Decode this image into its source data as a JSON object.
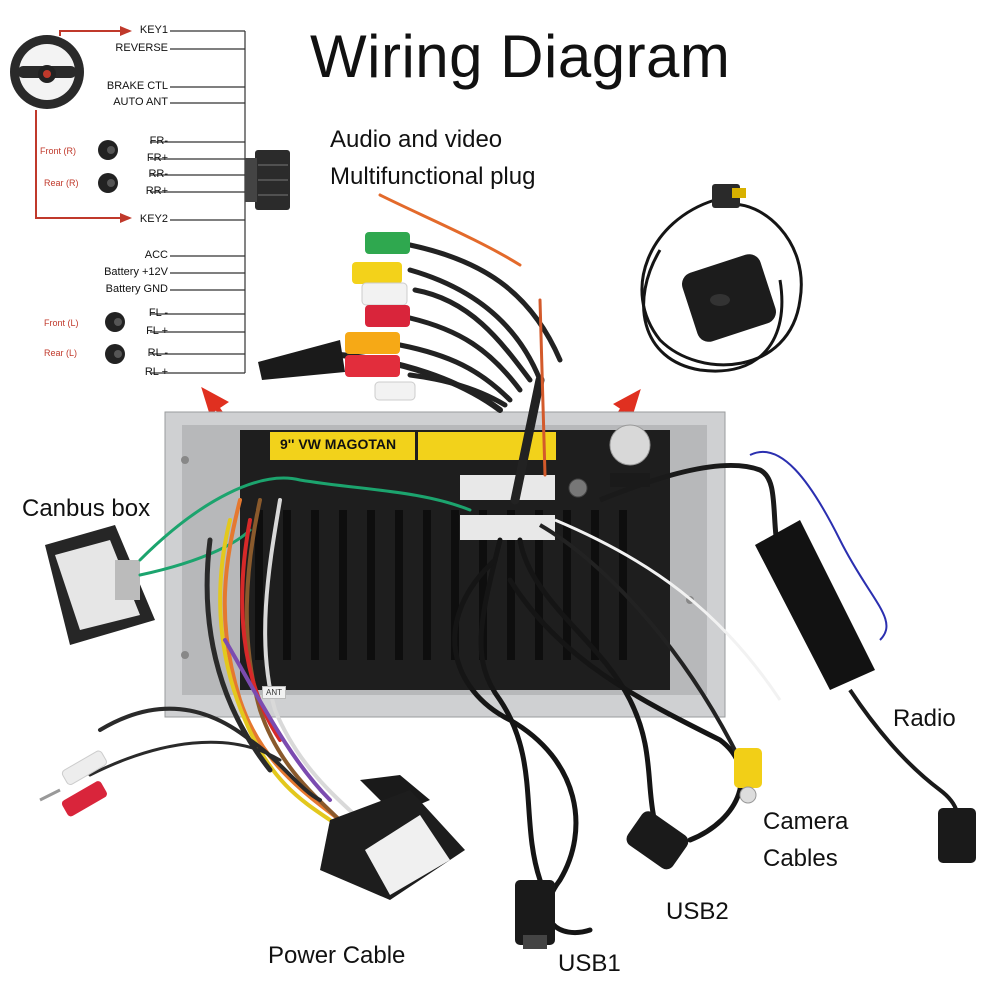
{
  "title": "Wiring Diagram",
  "labels": {
    "av_line1": "Audio and video",
    "av_line2": "Multifunctional plug",
    "canbus": "Canbus box",
    "radio": "Radio",
    "camera_line1": "Camera",
    "camera_line2": "Cables",
    "usb1": "USB1",
    "usb2": "USB2",
    "power": "Power Cable"
  },
  "pinout": {
    "pins": [
      "KEY1",
      "REVERSE",
      "BRAKE CTL",
      "AUTO ANT",
      "FR-",
      "FR+",
      "RR-",
      "RR+",
      "KEY2",
      "ACC",
      "Battery +12V",
      "Battery GND",
      "FL -",
      "FL +",
      "RL -",
      "RL +"
    ],
    "speakers": [
      "Front (R)",
      "Rear (R)",
      "Front (L)",
      "Rear (L)"
    ],
    "wire_color": "#c0392b"
  },
  "unit": {
    "model": "9'' VW MAGOTAN",
    "ant_tag": "ANT"
  },
  "colors": {
    "arrow": "#e03020",
    "chassis": "#c9cacc",
    "panel": "#1b1b1b",
    "label_yellow": "#f2d21b"
  }
}
